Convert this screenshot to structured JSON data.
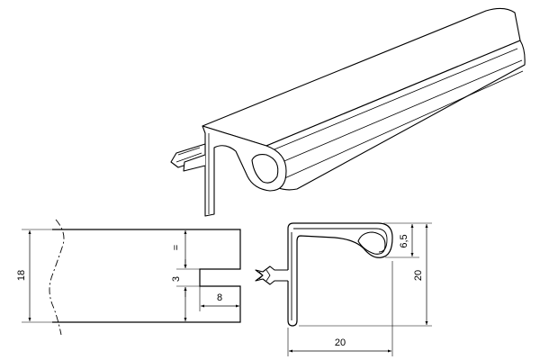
{
  "dimensions": {
    "panel_thickness": "18",
    "groove_width": "3",
    "groove_depth": "8",
    "equal_mark": "=",
    "grip_height": "6,5",
    "profile_height": "20",
    "profile_width": "20"
  }
}
